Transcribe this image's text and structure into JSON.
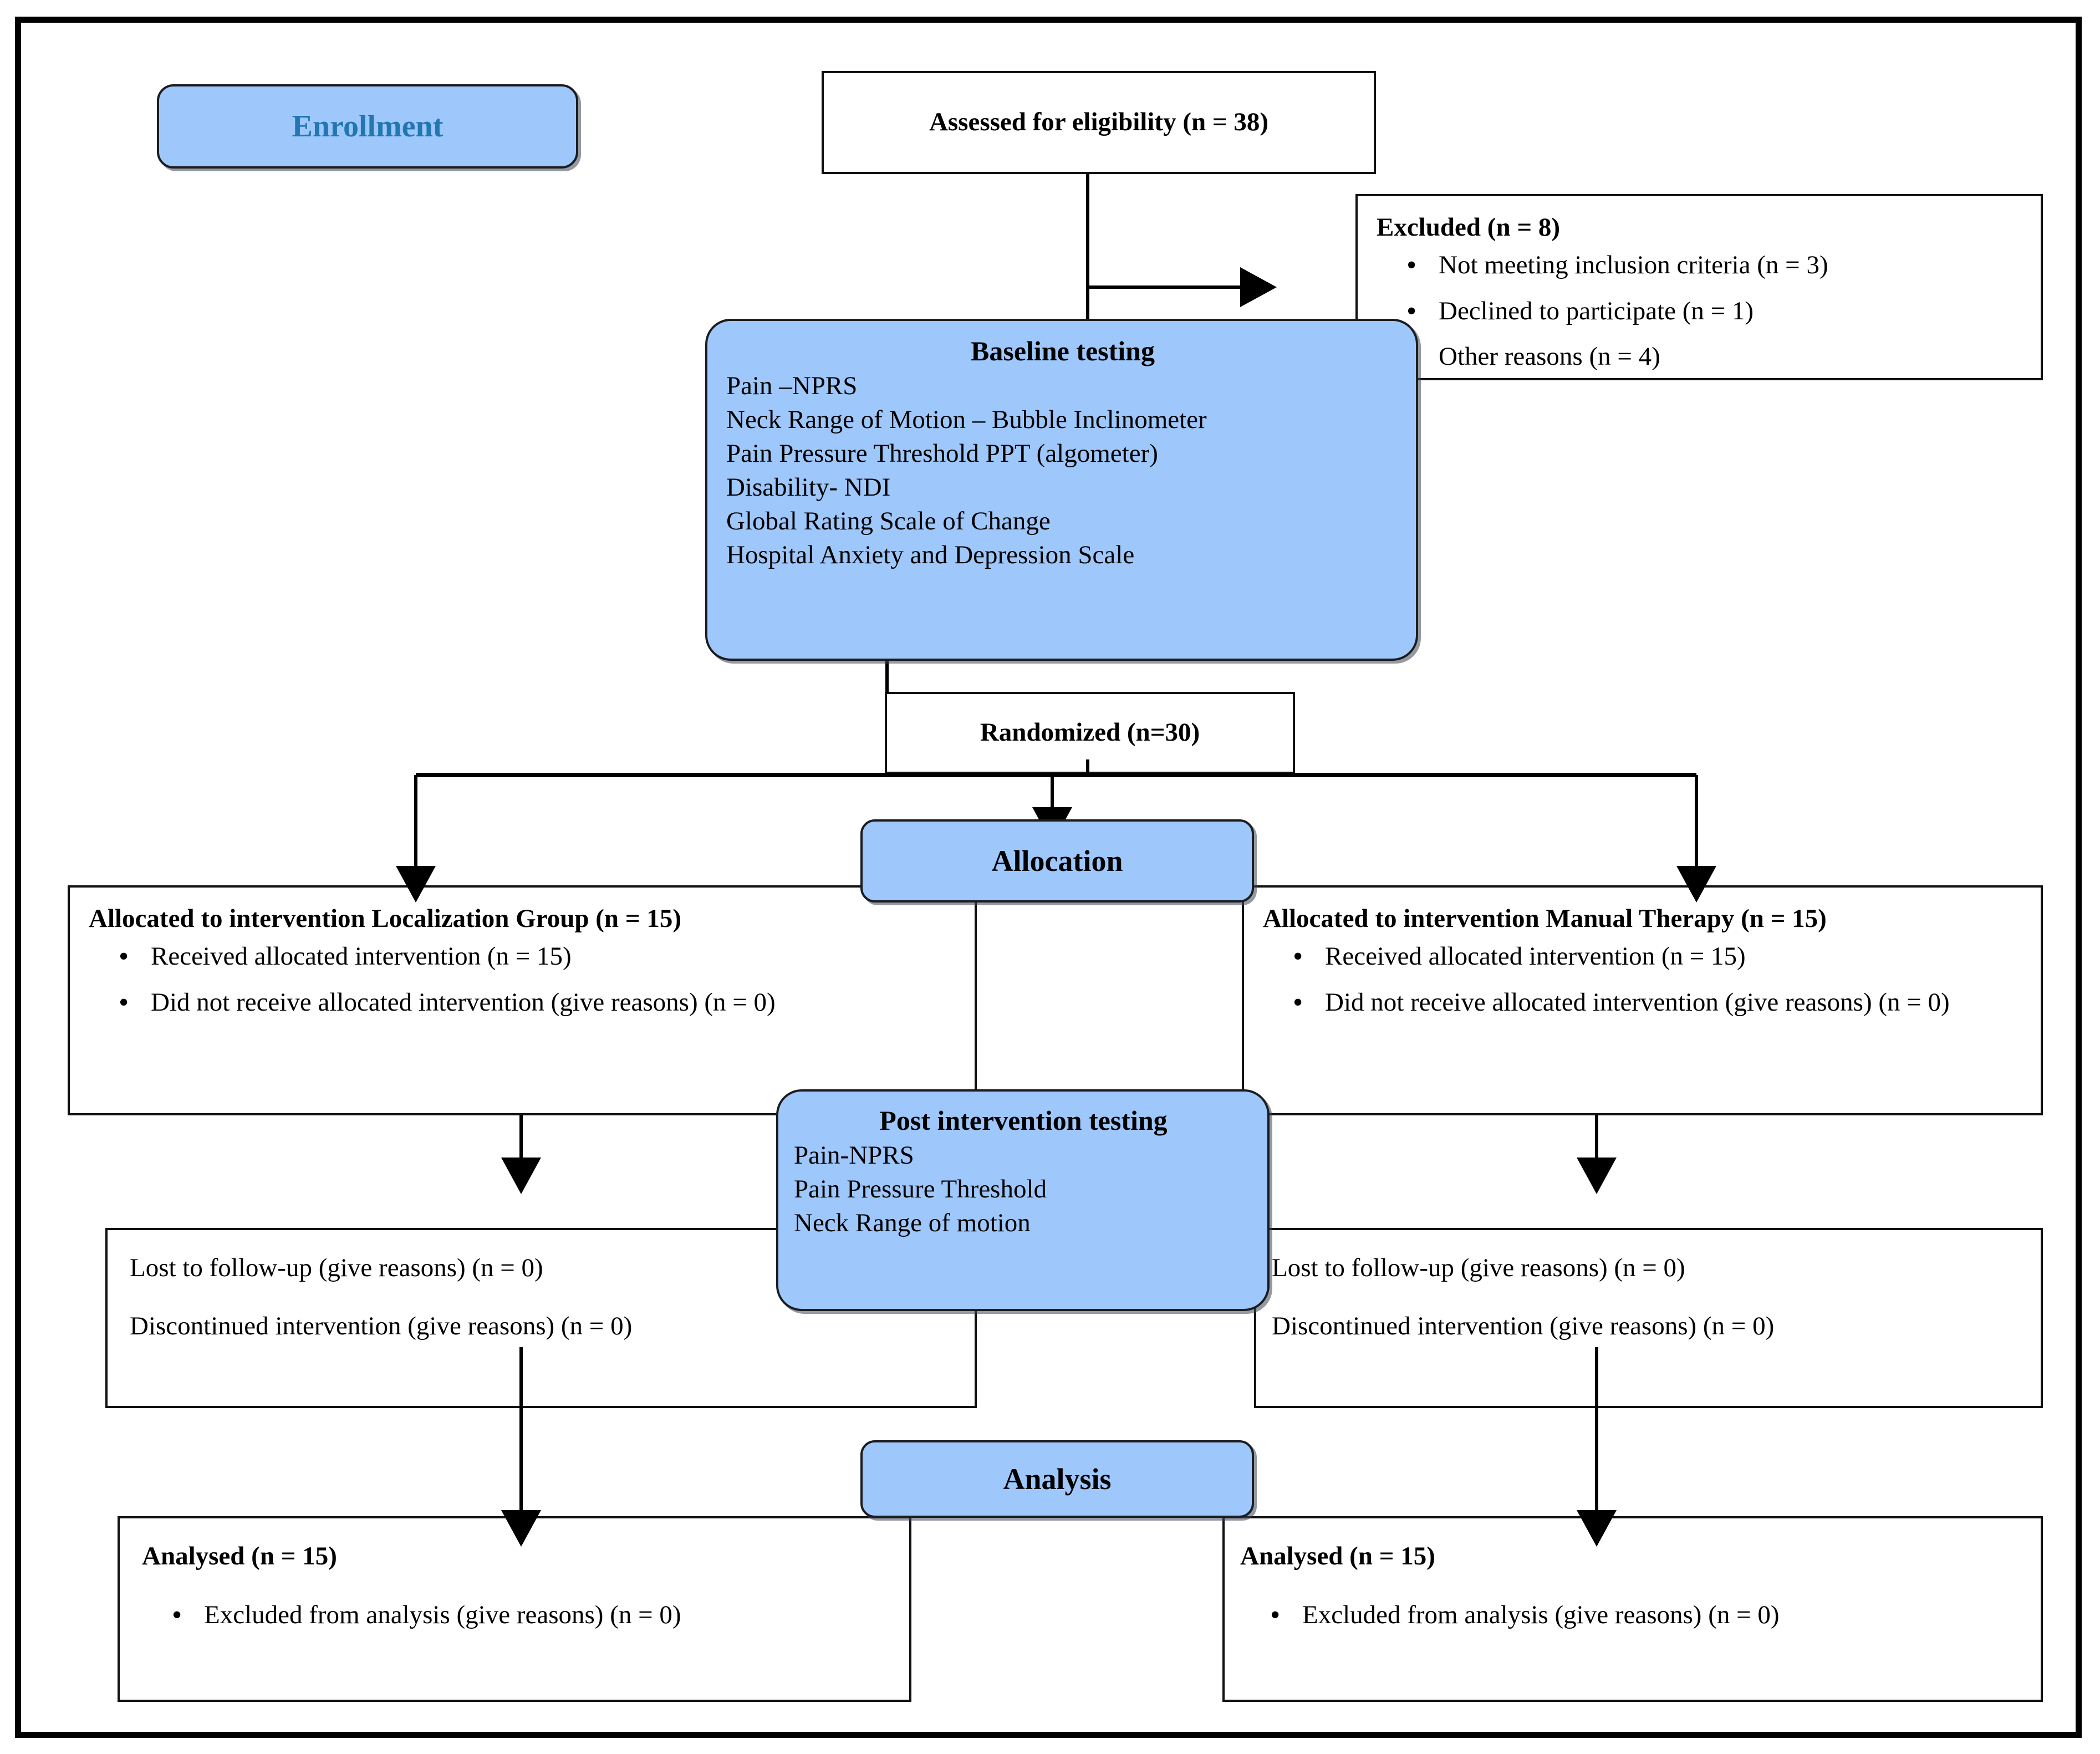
{
  "diagram": {
    "type": "consort-flow-diagram",
    "stage_labels": {
      "enrollment": "Enrollment",
      "allocation": "Allocation",
      "analysis": "Analysis"
    },
    "colors": {
      "stage_fill": "#9ec7fb",
      "stage_border": "#1c1c20",
      "enrollment_text": "#2277b0",
      "stage_text": "#000000",
      "box_border": "#111111",
      "frame": "#000000"
    }
  },
  "enrollment_box": {
    "label": "Enrollment"
  },
  "eligibility_box": {
    "text": "Assessed for eligibility (n = 38)"
  },
  "excluded_box": {
    "heading": "Excluded (n = 8)",
    "items": [
      "Not meeting inclusion criteria (n = 3)",
      "Declined to participate (n = 1)",
      "Other reasons (n = 4)"
    ]
  },
  "baseline_box": {
    "heading": "Baseline testing",
    "items": [
      "Pain –NPRS",
      "Neck Range of Motion – Bubble Inclinometer",
      "Pain Pressure Threshold PPT (algometer)",
      "Disability- NDI",
      "Global Rating Scale of Change",
      "Hospital Anxiety and Depression Scale"
    ]
  },
  "randomized_box": {
    "text": "Randomized (n=30)"
  },
  "allocation_stage": {
    "label": "Allocation"
  },
  "allocated_left": {
    "heading": "Allocated to intervention Localization Group (n = 15)",
    "items": [
      "Received allocated intervention (n = 15)",
      "Did not receive allocated intervention (give reasons) (n = 0)"
    ]
  },
  "allocated_right": {
    "heading": "Allocated to intervention Manual Therapy (n = 15)",
    "items": [
      "Received allocated intervention (n = 15)",
      " Did not receive allocated intervention (give reasons) (n = 0)"
    ]
  },
  "post_intervention_box": {
    "heading": "Post intervention testing",
    "items": [
      "Pain-NPRS",
      "Pain Pressure Threshold",
      "Neck Range of motion"
    ]
  },
  "followup_left": {
    "line1": "Lost to follow-up (give reasons) (n = 0)",
    "line2": "Discontinued intervention (give reasons) (n = 0)"
  },
  "followup_right": {
    "line1": "Lost to follow-up (give reasons) (n = 0)",
    "line2": "Discontinued intervention (give reasons) (n = 0)"
  },
  "analysis_stage": {
    "label": "Analysis"
  },
  "analysed_left": {
    "heading": "Analysed (n = 15)",
    "items": [
      "Excluded from analysis (give reasons) (n = 0)"
    ]
  },
  "analysed_right": {
    "heading": "Analysed (n = 15)",
    "items": [
      "Excluded from analysis (give reasons) (n = 0)"
    ]
  }
}
